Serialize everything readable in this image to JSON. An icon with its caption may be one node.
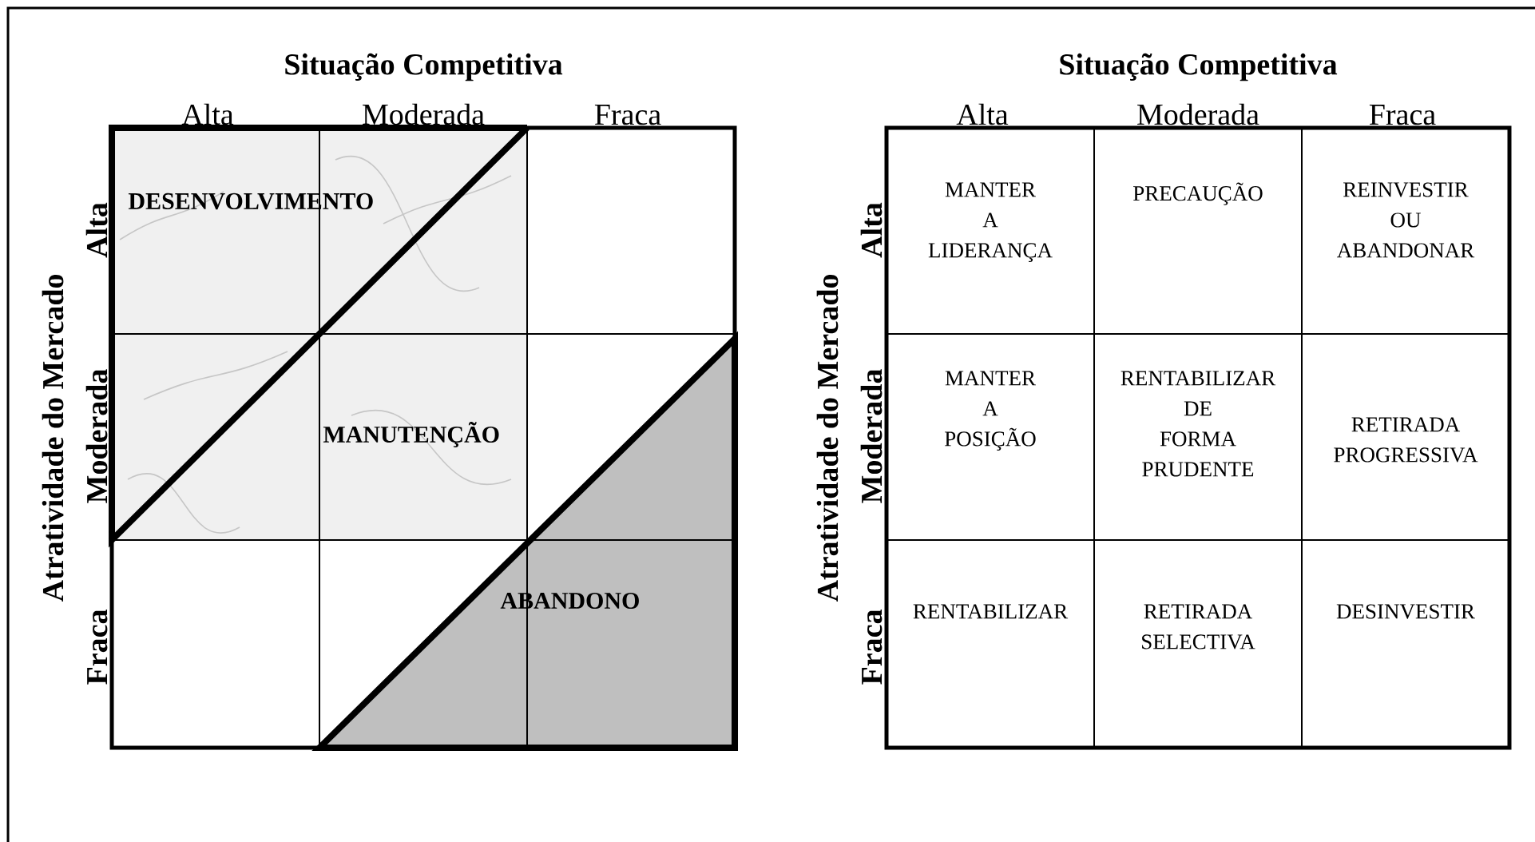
{
  "diagram": {
    "labels": [
      "Situação Competitiva",
      "Alta",
      "Moderada",
      "Fraca",
      "Atratividade do Mercado",
      "Alta",
      "Moderada",
      "Fraca",
      "DESENVOLVIMENTO",
      "MANUTENÇÃO",
      "ABANDONO",
      "Situação Competitiva",
      "Alta",
      "Moderada",
      "Fraca",
      "Atratividade do Mercado",
      "Alta",
      "Moderada",
      "Fraca",
      "MANTER A LIDERANÇA",
      "PRECAUÇÃO",
      "REINVESTIR OU ABANDONAR",
      "MANTER A POSIÇÃO",
      "RENTABILIZAR DE FORMA PRUDENTE",
      "RETIRADA PROGRESSIVA",
      "RENTABILIZAR",
      "RETIRADA SELECTIVA",
      "DESINVESTIR"
    ]
  }
}
